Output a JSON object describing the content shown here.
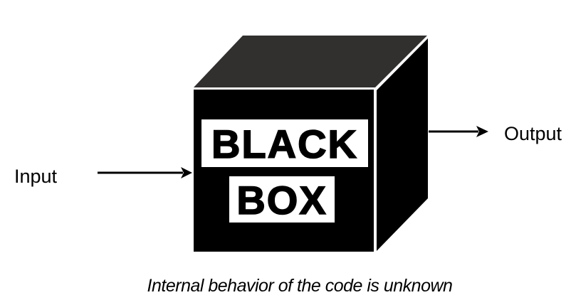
{
  "diagram": {
    "background_color": "#ffffff",
    "box": {
      "top_face_color": "#322f2f",
      "front_face_color": "#000000",
      "side_face_color": "#000000",
      "label_bar_color": "#ffffff",
      "label_line1": "BLACK",
      "label_line2": "BOX"
    },
    "input": {
      "label": "Input"
    },
    "output": {
      "label": "Output"
    },
    "arrow_color": "#000000",
    "caption": "Internal behavior of the code is unknown"
  }
}
